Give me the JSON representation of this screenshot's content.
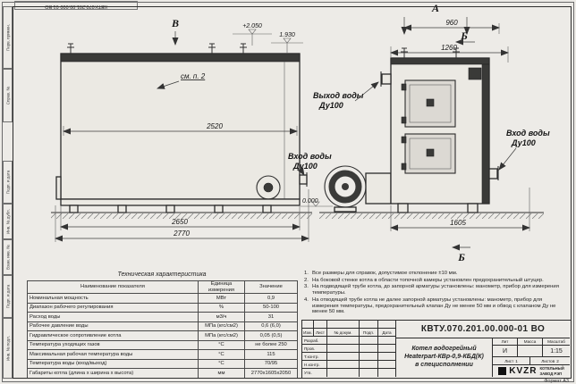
{
  "colors": {
    "paper": "#edebe7",
    "line": "#2e2e2e",
    "dark_fill": "#3a3a38"
  },
  "frame": {
    "top_code": "КВТУ.070.201.00.000-01 ВО",
    "format_label": "Формат А3",
    "side_fields": [
      "Перв. примен.",
      "Справ. №",
      "Подп. и дата",
      "Инв. № дубл.",
      "Взам. инв. №",
      "Подп. и дата",
      "Инв. № подл."
    ]
  },
  "drawing": {
    "view_b": "В",
    "view_a": "А",
    "section_b_top": "Б",
    "section_b_bottom": "Б",
    "see_note": "см. п. 2",
    "level_top": "+2.050",
    "level_mid": "1.930",
    "level_zero": "0.000",
    "dim_front_width": "2520",
    "dim_front_base": "2650",
    "dim_front_total": "2770",
    "dim_side_top": "960",
    "dim_side_width": "1260",
    "dim_side_total": "1605",
    "outlet_label_1": "Выход воды",
    "outlet_label_2": "Ду100",
    "inlet_front_1": "Вход воды",
    "inlet_front_2": "Ду100",
    "inlet_side_1": "Вход воды",
    "inlet_side_2": "Ду100"
  },
  "tech_table": {
    "title": "Техническая характеристика",
    "headers": [
      "Наименование показателя",
      "Единица измерения",
      "Значение"
    ],
    "rows": [
      [
        "Номинальная мощность",
        "МВт",
        "0,9"
      ],
      [
        "Диапазон рабочего регулирования",
        "%",
        "50-100"
      ],
      [
        "Расход воды",
        "м3/ч",
        "31"
      ],
      [
        "Рабочее давление воды",
        "МПа (кгс/см2)",
        "0,6 (6,0)"
      ],
      [
        "Гидравлическое сопротивление котла",
        "МПа (кгс/см2)",
        "0,05 (0,5)"
      ],
      [
        "Температура уходящих газов",
        "°С",
        "не более 250"
      ],
      [
        "Максимальная рабочая температура воды",
        "°С",
        "115"
      ],
      [
        "Температура воды (вход/выход)",
        "°С",
        "70/95"
      ],
      [
        "Габариты котла (длина х ширина х высота)",
        "мм",
        "2770х1605х2050"
      ]
    ]
  },
  "notes": {
    "items": [
      {
        "n": "1.",
        "text": "Все размеры для справок, допустимое отклонение ±10 мм."
      },
      {
        "n": "2.",
        "text": "На боковой стенке котла в области топочной камеры установлен предохранительный штуцер."
      },
      {
        "n": "3.",
        "text": "На подводящей трубе котла, до запорной арматуры установлены: манометр, прибор для измерения температуры."
      },
      {
        "n": "4.",
        "text": "На отводящей трубе котла не далее запорной арматуры установлены: манометр, прибор для измерения температуры, предохранительный клапан Ду не менее 50 мм и обвод с клапаном Ду не менее 50 мм."
      }
    ]
  },
  "title_block": {
    "doc_number": "КВТУ.070.201.00.000-01 ВО",
    "product_line1": "Котел водогрейный",
    "product_line2": "Heaterpart-КВр-0,9-КБД(К)",
    "product_line3": "в специсполнении",
    "lit_header": "Лит",
    "mass_header": "Масса",
    "scale_header": "Масштаб",
    "lit_value": "И",
    "scale_value": "1:15",
    "sheet_label": "Лист",
    "sheet_value": "1",
    "sheets_label": "Листов",
    "sheets_value": "2",
    "change_headers": [
      "Изм.",
      "Лист",
      "№ докум.",
      "Подп.",
      "Дата"
    ],
    "roles": [
      "Разраб.",
      "Пров.",
      "Т.контр.",
      "Н.контр.",
      "Утв."
    ],
    "logo_text": "KVZR",
    "company_line1": "КОТЕЛЬНЫЙ",
    "company_line2": "ЗАВОД РЭП"
  }
}
